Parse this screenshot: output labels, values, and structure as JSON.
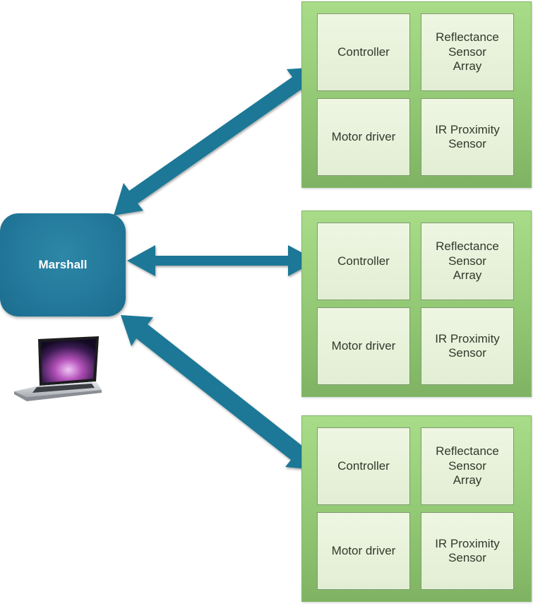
{
  "hub": {
    "label": "Marshall"
  },
  "robots": [
    {
      "cells": [
        "Controller",
        "Reflectance\nSensor\nArray",
        "Motor driver",
        "IR Proximity\nSensor"
      ]
    },
    {
      "cells": [
        "Controller",
        "Reflectance\nSensor\nArray",
        "Motor driver",
        "IR Proximity\nSensor"
      ]
    },
    {
      "cells": [
        "Controller",
        "Reflectance\nSensor\nArray",
        "Motor driver",
        "IR Proximity\nSensor"
      ]
    }
  ],
  "colors": {
    "arrow": "#1f7896",
    "hub": "#22789a",
    "robot_panel": "#98cf7a",
    "cell": "#e6f0da"
  },
  "icons": {
    "computer": "laptop-icon"
  }
}
